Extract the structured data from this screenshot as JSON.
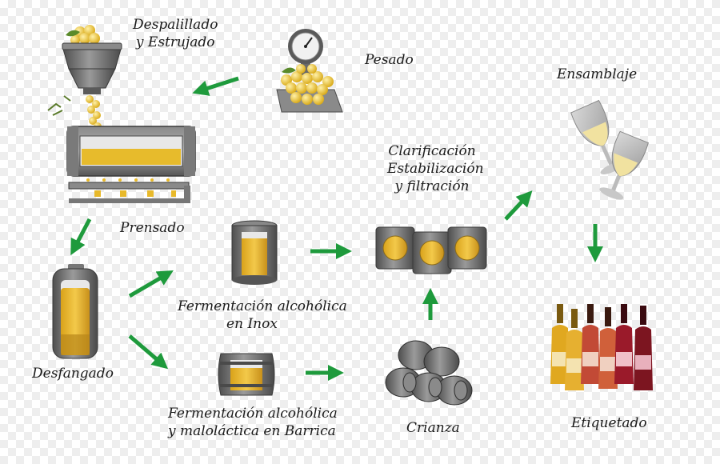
{
  "steps": {
    "despalillado": {
      "line1": "Despalillado",
      "line2": "y Estrujado"
    },
    "pesado": "Pesado",
    "prensado": "Prensado",
    "desfangado": "Desfangado",
    "ferm_inox": {
      "line1": "Fermentación alcohólica",
      "line2": "en Inox"
    },
    "ferm_barrica": {
      "line1": "Fermentación alcohólica",
      "line2": "y maloláctica en Barrica"
    },
    "clarificacion": {
      "line1": "Clarificación",
      "line2": "Estabilización",
      "line3": "y filtración"
    },
    "crianza": "Crianza",
    "ensamblaje": "Ensamblaje",
    "etiquetado": "Etiquetado"
  },
  "colors": {
    "arrow": "#1e9a3c",
    "metal": "#707070",
    "wine_white": "#e8b92a",
    "grapes": "#e0b81f",
    "wine_rose": "#c24a36",
    "wine_red": "#7c1520"
  }
}
